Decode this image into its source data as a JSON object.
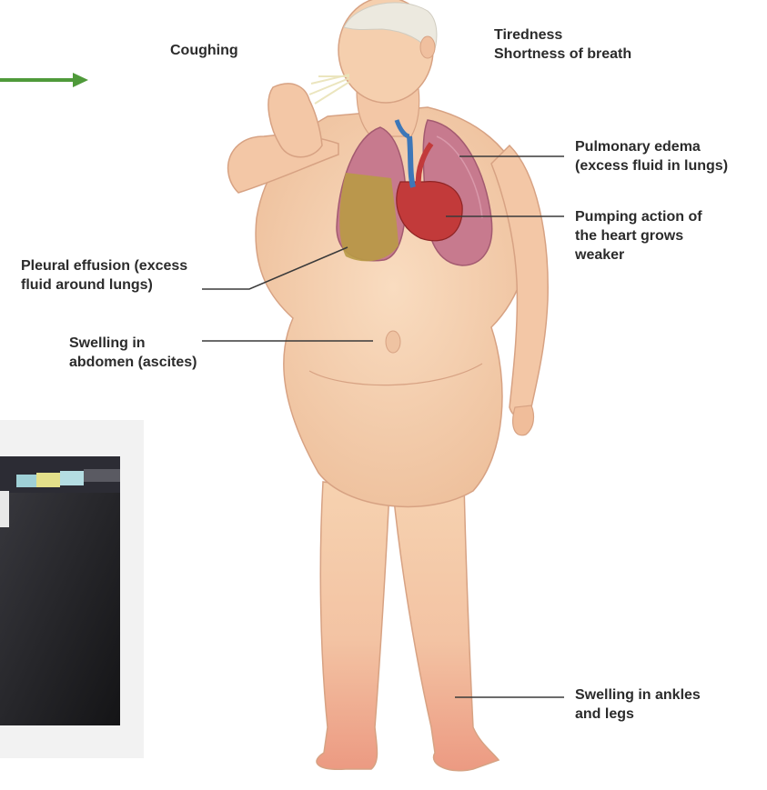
{
  "diagram": {
    "colors": {
      "arrow": "#4f9a3a",
      "skin": "#f6d2b0",
      "skin_shade": "#e6b18d",
      "leg_swelling": "#ec9a82",
      "lung": "#c77a8e",
      "lung_fluid": "#b89a45",
      "heart": "#c23a3a",
      "vessel_blue": "#3d77b8",
      "hair": "#ece9df",
      "leader_line": "#3a3a3a",
      "label_text": "#2b2b2b"
    },
    "labels": {
      "coughing": "Coughing",
      "tiredness": "Tiredness",
      "shortness_of_breath": "Shortness of breath",
      "pulmonary_edema_line1": "Pulmonary edema",
      "pulmonary_edema_line2": "(excess fluid in lungs)",
      "pumping_line1": "Pumping action of",
      "pumping_line2": "the heart grows",
      "pumping_line3": "weaker",
      "pleural_line1": "Pleural effusion (excess",
      "pleural_line2": "fluid around lungs)",
      "abdomen_line1": "Swelling in",
      "abdomen_line2": "abdomen (ascites)",
      "ankles_line1": "Swelling in ankles",
      "ankles_line2": "and legs"
    }
  }
}
